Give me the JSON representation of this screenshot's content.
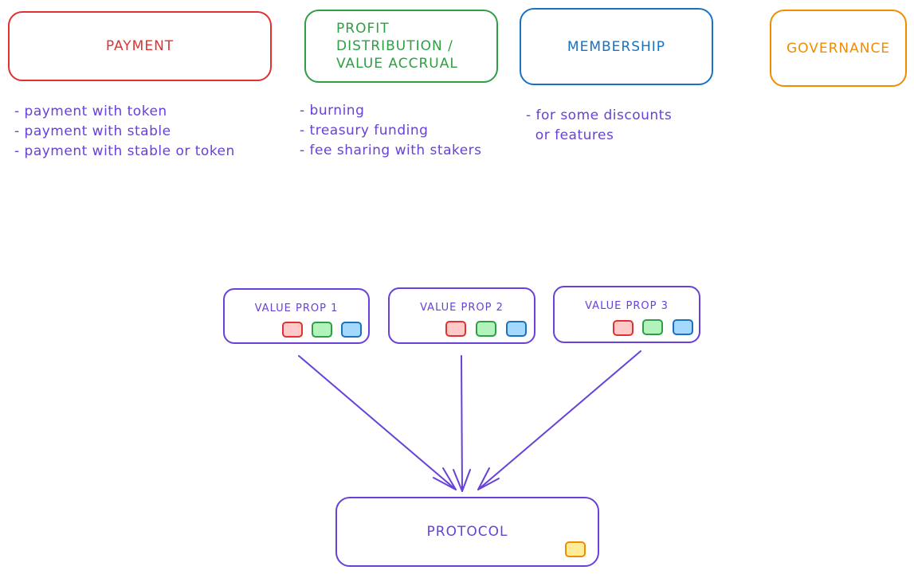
{
  "categories": [
    {
      "title": "PAYMENT",
      "color": "#e03131"
    },
    {
      "title": "PROFIT\nDISTRIBUTION /\nVALUE ACCRUAL",
      "color": "#2f9e44"
    },
    {
      "title": "MEMBERSHIP",
      "color": "#1971c2"
    },
    {
      "title": "GOVERNANCE",
      "color": "#f08c00"
    }
  ],
  "payment_notes": [
    "- payment with token",
    "- payment with stable",
    "- payment with stable or token"
  ],
  "profit_notes": [
    "- burning",
    "- treasury funding",
    "- fee sharing with stakers"
  ],
  "membership_notes": [
    "- for some discounts",
    "  or features"
  ],
  "value_props": [
    {
      "label": "VALUE PROP 1"
    },
    {
      "label": "VALUE PROP 2"
    },
    {
      "label": "VALUE PROP 3"
    }
  ],
  "protocol": {
    "label": "PROTOCOL"
  },
  "chip_colors": {
    "red": "#ffc9c9",
    "green": "#b2f2bb",
    "blue": "#a5d8ff",
    "yellow": "#ffec99"
  },
  "arrow_color": "#6741d9"
}
